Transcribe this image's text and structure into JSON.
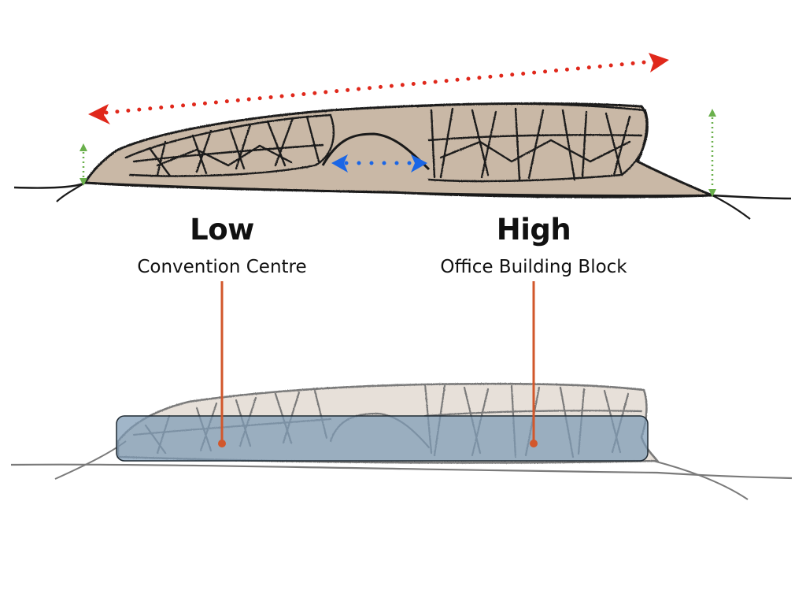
{
  "labels": {
    "low": {
      "heading": "Low",
      "sub": "Convention Centre"
    },
    "high": {
      "heading": "High",
      "sub": "Office Building Block"
    }
  },
  "colors": {
    "background": "#ffffff",
    "ink": "#111111",
    "sketch_fill": "#c9b8a6",
    "sketch_fill_faded": "#d9cec2",
    "ground_line": "#1a1a1a",
    "arrow_red": "#e0281b",
    "arrow_blue": "#1a66e6",
    "arrow_green": "#6ab04c",
    "leader_orange": "#d2572b",
    "overlay_box": "#7d9ab4"
  },
  "icons": {
    "span_arrow": "red-dotted-double-arrow",
    "gap_arrow": "blue-dotted-double-arrow",
    "height_markers": "green-dotted-vertical-arrow"
  }
}
